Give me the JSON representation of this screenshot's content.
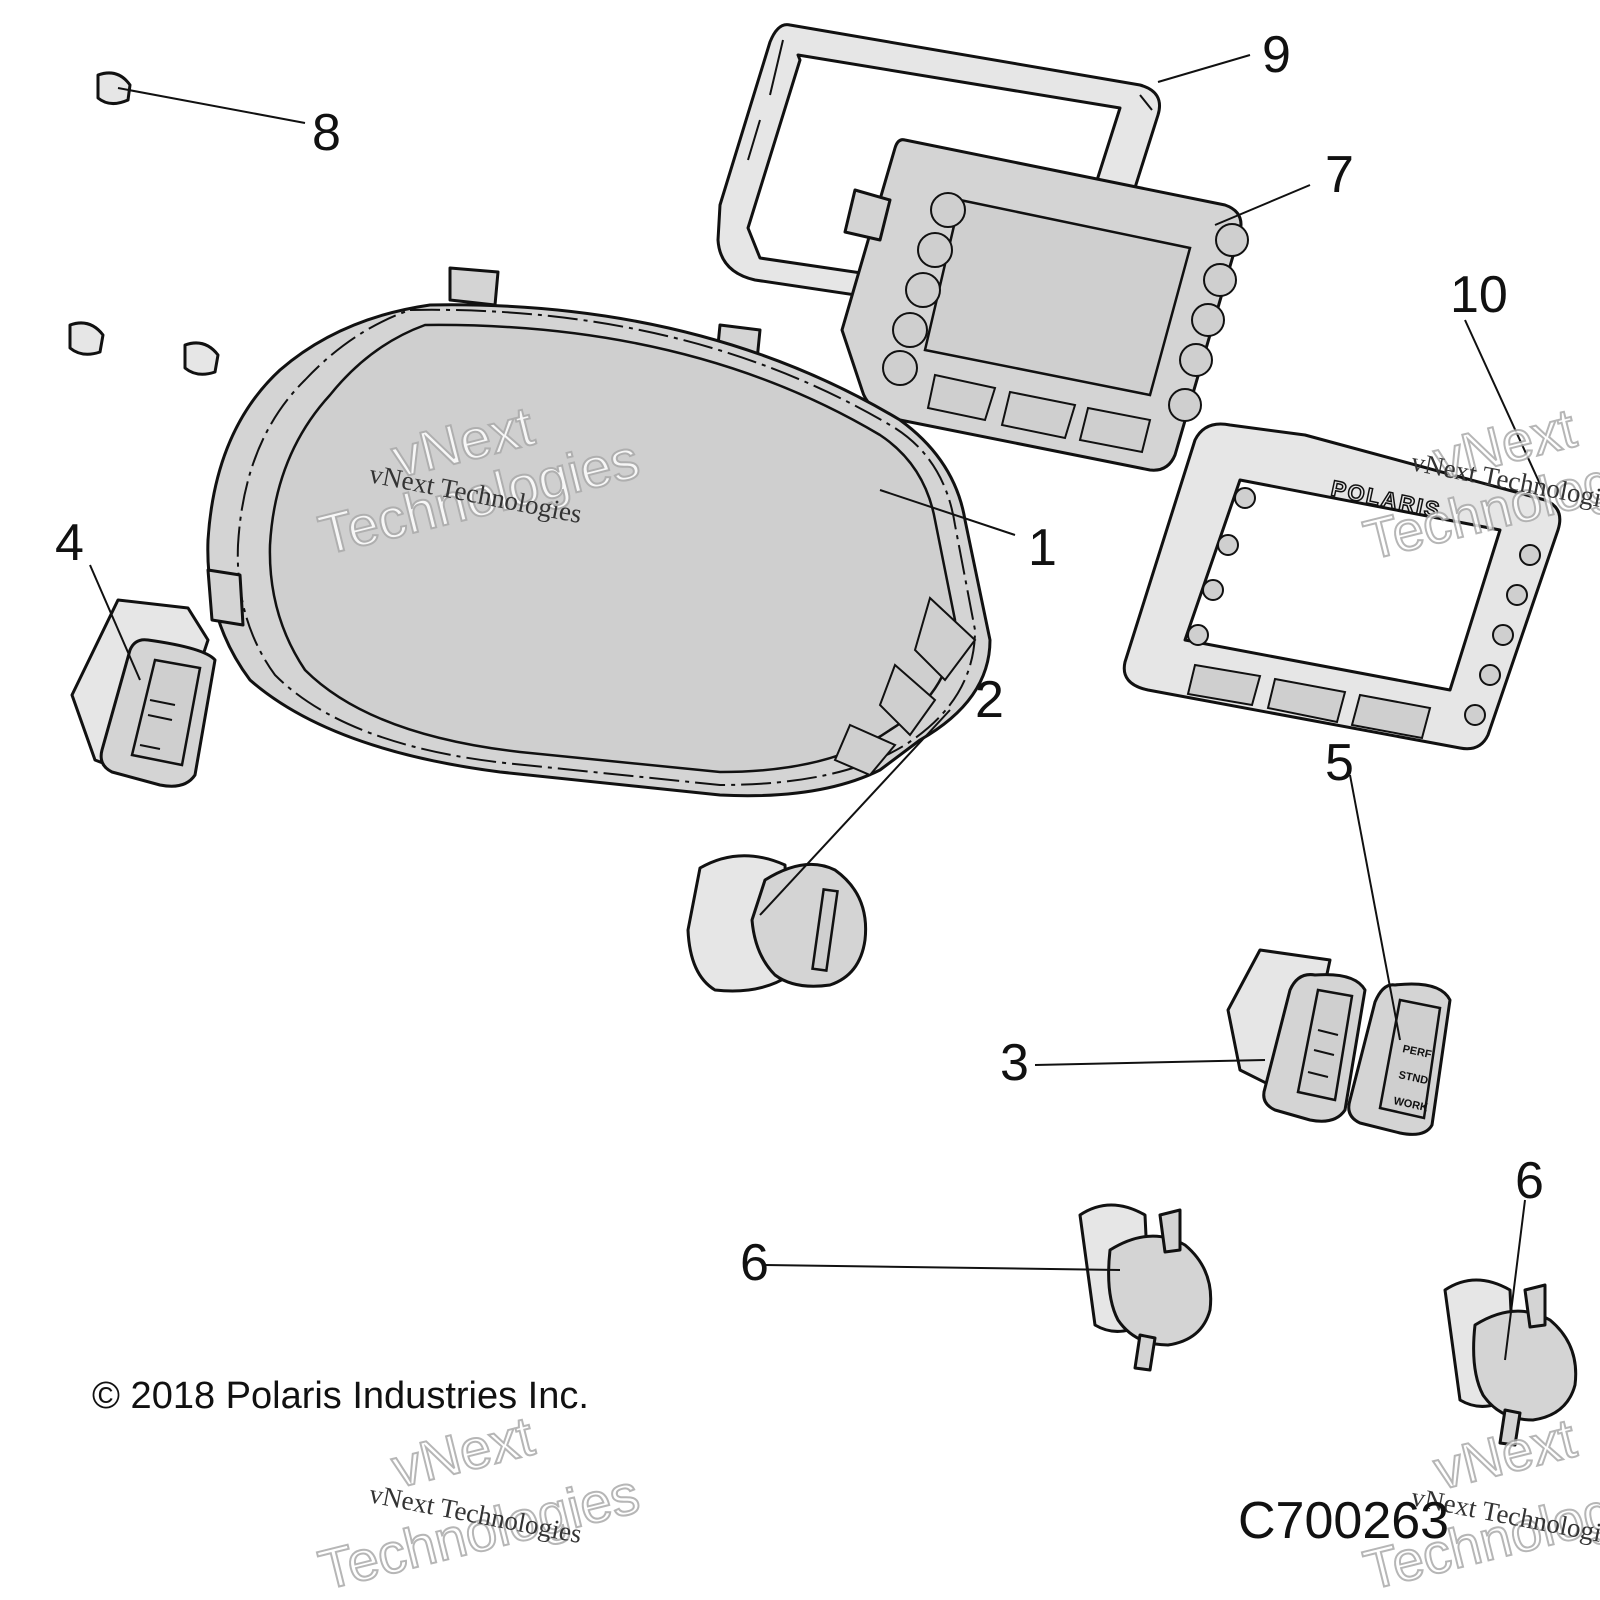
{
  "diagram": {
    "callouts": [
      {
        "id": "1",
        "label": "1"
      },
      {
        "id": "2",
        "label": "2"
      },
      {
        "id": "3",
        "label": "3"
      },
      {
        "id": "4",
        "label": "4"
      },
      {
        "id": "5",
        "label": "5"
      },
      {
        "id": "6a",
        "label": "6"
      },
      {
        "id": "6b",
        "label": "6"
      },
      {
        "id": "7",
        "label": "7"
      },
      {
        "id": "8",
        "label": "8"
      },
      {
        "id": "9",
        "label": "9"
      },
      {
        "id": "10",
        "label": "10"
      }
    ],
    "copyright": "© 2018 Polaris Industries Inc.",
    "figure_id": "C700263",
    "mode_switch_labels": [
      "PERF",
      "STND",
      "WORK"
    ],
    "brand_label": "POLARIS",
    "watermark": {
      "small": "vNext Technologies",
      "big_line1": "vNext",
      "big_line2": "Technologies"
    }
  }
}
